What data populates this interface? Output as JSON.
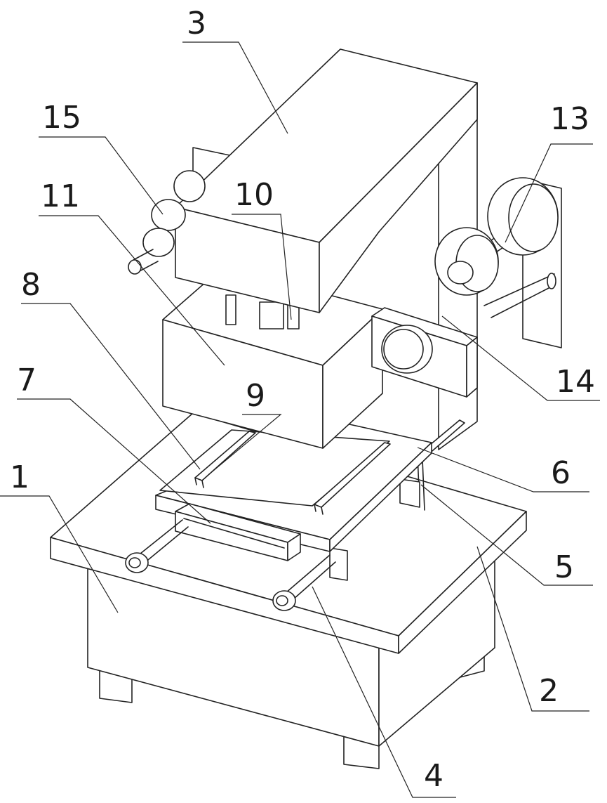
{
  "figure": {
    "callouts": [
      {
        "id": "c1",
        "text": "1"
      },
      {
        "id": "c2",
        "text": "2"
      },
      {
        "id": "c3",
        "text": "3"
      },
      {
        "id": "c4",
        "text": "4"
      },
      {
        "id": "c5",
        "text": "5"
      },
      {
        "id": "c6",
        "text": "6"
      },
      {
        "id": "c7",
        "text": "7"
      },
      {
        "id": "c8",
        "text": "8"
      },
      {
        "id": "c9",
        "text": "9"
      },
      {
        "id": "c10",
        "text": "10"
      },
      {
        "id": "c11",
        "text": "11"
      },
      {
        "id": "c13",
        "text": "13"
      },
      {
        "id": "c14",
        "text": "14"
      },
      {
        "id": "c15",
        "text": "15"
      }
    ]
  }
}
